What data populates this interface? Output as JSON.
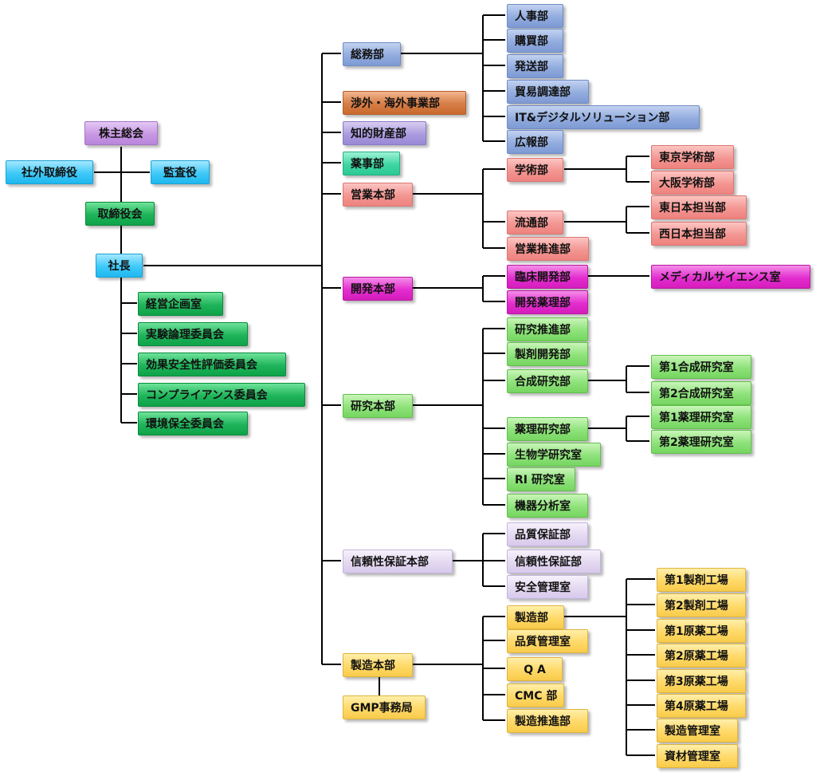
{
  "labels": {
    "shareholders_meeting": "株主総会",
    "outside_directors": "社外取締役",
    "auditors": "監査役",
    "board_of_directors": "取締役会",
    "president": "社長",
    "corporate_planning_office": "経営企画室",
    "animal_ethics_committee": "実験論理委員会",
    "efficacy_safety_committee": "効果安全性評価委員会",
    "compliance_committee": "コンプライアンス委員会",
    "environmental_committee": "環境保全委員会",
    "general_affairs_div": "総務部",
    "international_business_div": "渉外・海外事業部",
    "intellectual_property_div": "知的財産部",
    "regulatory_affairs_div": "薬事部",
    "sales_hq": "営業本部",
    "development_hq": "開発本部",
    "research_hq": "研究本部",
    "reliability_assurance_hq": "信頼性保証本部",
    "manufacturing_hq": "製造本部",
    "gmp_office": "GMP事務局",
    "hr_dept": "人事部",
    "purchasing_dept": "購買部",
    "shipping_dept": "発送部",
    "trade_procurement_dept": "貿易調達部",
    "it_digital_dept": "IT&デジタルソリューション部",
    "pr_dept": "広報部",
    "academic_dept": "学術部",
    "distribution_dept": "流通部",
    "sales_promotion_dept": "営業推進部",
    "tokyo_academic": "東京学術部",
    "osaka_academic": "大阪学術部",
    "east_japan": "東日本担当部",
    "west_japan": "西日本担当部",
    "clinical_dev_dept": "臨床開発部",
    "dev_pharmacology_dept": "開発薬理部",
    "medical_science_office": "メディカルサイエンス室",
    "research_promotion_dept": "研究推進部",
    "formulation_dev_dept": "製剤開発部",
    "synthesis_research_dept": "合成研究部",
    "pharmacology_research_dept": "薬理研究部",
    "biology_lab": "生物学研究室",
    "ri_lab": "RI 研究室",
    "instrumental_analysis": "機器分析室",
    "synthesis_lab_1": "第1合成研究室",
    "synthesis_lab_2": "第2合成研究室",
    "pharmacology_lab_1": "第1薬理研究室",
    "pharmacology_lab_2": "第2薬理研究室",
    "quality_assurance_dept": "品質保証部",
    "reliability_assurance_dept": "信頼性保証部",
    "safety_management_office": "安全管理室",
    "manufacturing_dept": "製造部",
    "quality_control_office": "品質管理室",
    "qa": "Q A",
    "cmc_dept": "CMC 部",
    "manufacturing_promotion_dept": "製造推進部",
    "formulation_plant_1": "第1製剤工場",
    "formulation_plant_2": "第2製剤工場",
    "api_plant_1": "第1原薬工場",
    "api_plant_2": "第2原薬工場",
    "api_plant_3": "第3原薬工場",
    "api_plant_4": "第4原薬工場",
    "production_control_office": "製造管理室",
    "materials_management_office": "資材管理室"
  },
  "colors": {
    "connector": "#000000",
    "general_affairs": "#92acde",
    "international": "#d67d46",
    "intellectual_property": "#aa9cdf",
    "regulatory": "#3fd6a3",
    "sales": "#f39692",
    "development": "#e42dcf",
    "research": "#8ee27a",
    "reliability": "#e4d9f1",
    "manufacturing": "#ffd968",
    "governance": "#3ec9f8",
    "committees": "#1fb45a",
    "shareholders": "#c898e4"
  }
}
